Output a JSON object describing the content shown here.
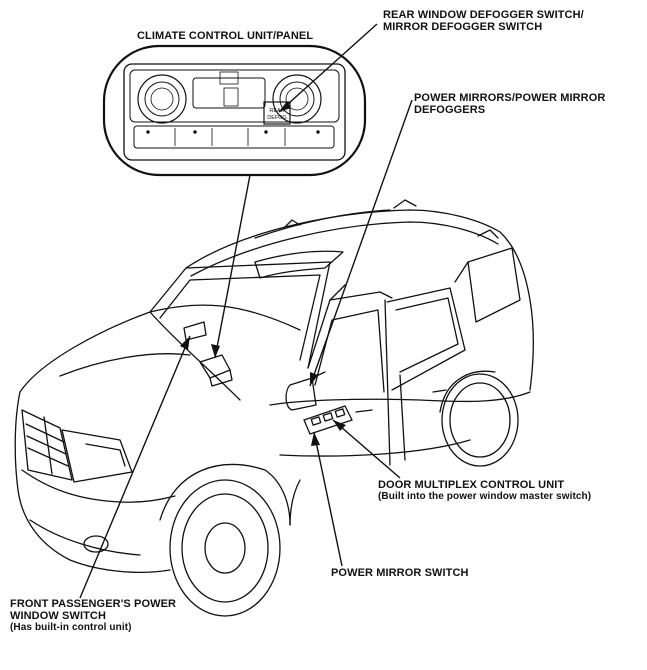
{
  "labels": {
    "climate_control": "CLIMATE CONTROL UNIT/PANEL",
    "rear_defogger_line1": "REAR WINDOW DEFOGGER SWITCH/",
    "rear_defogger_line2": "MIRROR DEFOGGER SWITCH",
    "power_mirrors_line1": "POWER MIRRORS/POWER MIRROR",
    "power_mirrors_line2": "DEFOGGERS",
    "door_multiplex_line1": "DOOR MULTIPLEX CONTROL UNIT",
    "door_multiplex_line2": "(Built into the power window master switch)",
    "power_mirror_switch": "POWER MIRROR SWITCH",
    "front_passenger_line1": "FRONT PASSENGER'S POWER",
    "front_passenger_line2": "WINDOW SWITCH",
    "front_passenger_line3": "(Has built-in control unit)"
  },
  "panel_inset": {
    "button_text_line1": "REAR",
    "button_text_line2": "DEFOG"
  }
}
